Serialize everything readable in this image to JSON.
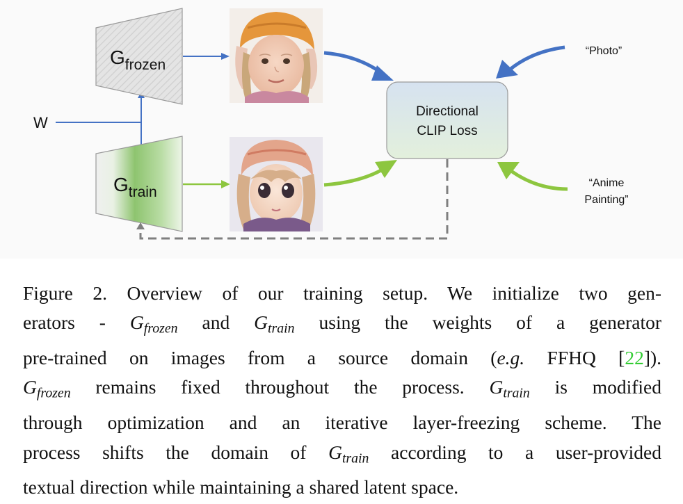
{
  "diagram": {
    "w_label": "W",
    "g_frozen": {
      "main": "G",
      "sub": "frozen"
    },
    "g_train": {
      "main": "G",
      "sub": "train"
    },
    "loss_box": {
      "line1": "Directional",
      "line2": "CLIP Loss"
    },
    "text_photo": "“Photo”",
    "text_anime_line1": "“Anime",
    "text_anime_line2": "Painting”",
    "images": {
      "top": "photo-face",
      "bottom": "anime-face"
    },
    "colors": {
      "blue_arrow": "#4472c4",
      "green_arrow": "#8dc63f",
      "dashed": "#7f7f7f",
      "loss_top": "#dbe5f1",
      "loss_bottom": "#e2efda",
      "gen_fill": "#e6e6e6",
      "train_green": "#70ad47"
    }
  },
  "caption": {
    "l1_a": "Figure 2.  Overview of our training setup.  We initialize two gen-",
    "l2_a": "erators -",
    "l2_g1": "G",
    "l2_s1": "frozen",
    "l2_b": "and",
    "l2_g2": "G",
    "l2_s2": "train",
    "l2_c": "using the weights of a generator",
    "l3_a": "pre-trained on images from a source domain (",
    "l3_eg": "e.g.",
    "l3_b": " FFHQ [",
    "l3_ref": "22",
    "l3_c": "]).",
    "l4_g": "G",
    "l4_s": "frozen",
    "l4_a": " remains fixed throughout the process.",
    "l4_g2": "G",
    "l4_s2": "train",
    "l4_b": " is modified",
    "l5": "through optimization and an iterative layer-freezing scheme. The",
    "l6_a": "process shifts the domain of",
    "l6_g": "G",
    "l6_s": "train",
    "l6_b": "according to a user-provided",
    "l7": "textual direction while maintaining a shared latent space."
  }
}
